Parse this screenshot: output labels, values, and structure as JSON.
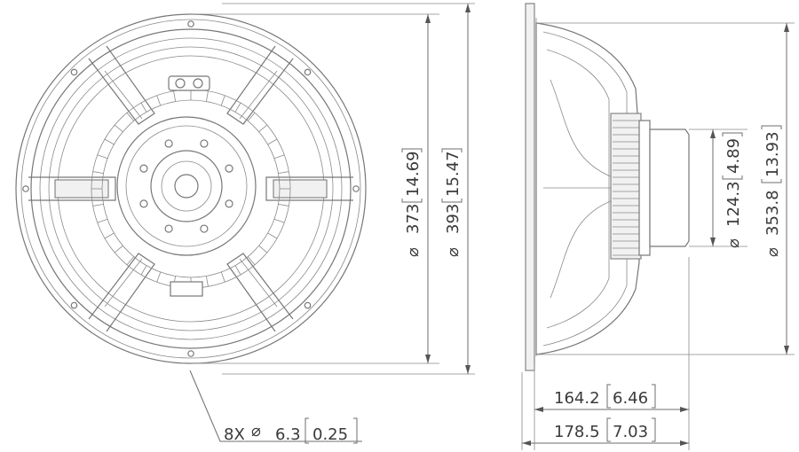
{
  "front_view": {
    "mounting_holes": {
      "count_label": "8X",
      "diameter_mm": "6.3",
      "diameter_in": "0.25",
      "diameter_symbol": "⌀"
    },
    "diameter_1": {
      "mm": "373",
      "in": "14.69",
      "symbol": "⌀"
    },
    "diameter_2": {
      "mm": "393",
      "in": "15.47",
      "symbol": "⌀"
    }
  },
  "side_view": {
    "magnet_diameter": {
      "mm": "124.3",
      "in": "4.89",
      "symbol": "⌀"
    },
    "baffle_cutout": {
      "mm": "353.8",
      "in": "13.93",
      "symbol": "⌀"
    },
    "depth_1": {
      "mm": "164.2",
      "in": "6.46"
    },
    "depth_2": {
      "mm": "178.5",
      "in": "7.03"
    }
  }
}
